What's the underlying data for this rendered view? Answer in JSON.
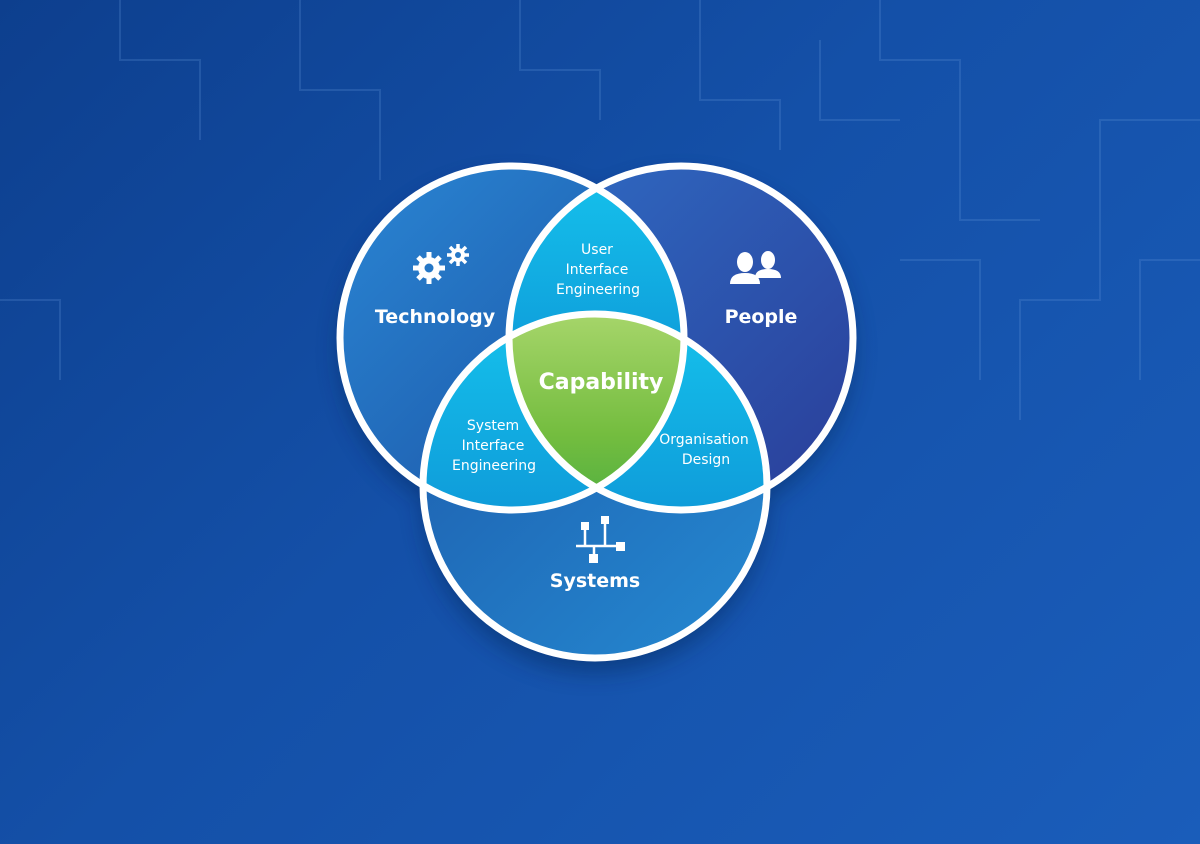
{
  "diagram": {
    "type": "venn",
    "sets": [
      {
        "id": "technology",
        "label": "Technology",
        "icon": "gears-icon"
      },
      {
        "id": "people",
        "label": "People",
        "icon": "users-icon"
      },
      {
        "id": "systems",
        "label": "Systems",
        "icon": "network-icon"
      }
    ],
    "intersections": {
      "technology_people": [
        "User",
        "Interface",
        "Engineering"
      ],
      "technology_systems": [
        "System",
        "Interface",
        "Engineering"
      ],
      "people_systems": [
        "Organisation",
        "Design"
      ],
      "all": "Capability"
    },
    "colors": {
      "circle": "#1e63b5",
      "pair": "#1aa6e0",
      "center": "#6ab83c",
      "stroke": "#ffffff"
    }
  }
}
